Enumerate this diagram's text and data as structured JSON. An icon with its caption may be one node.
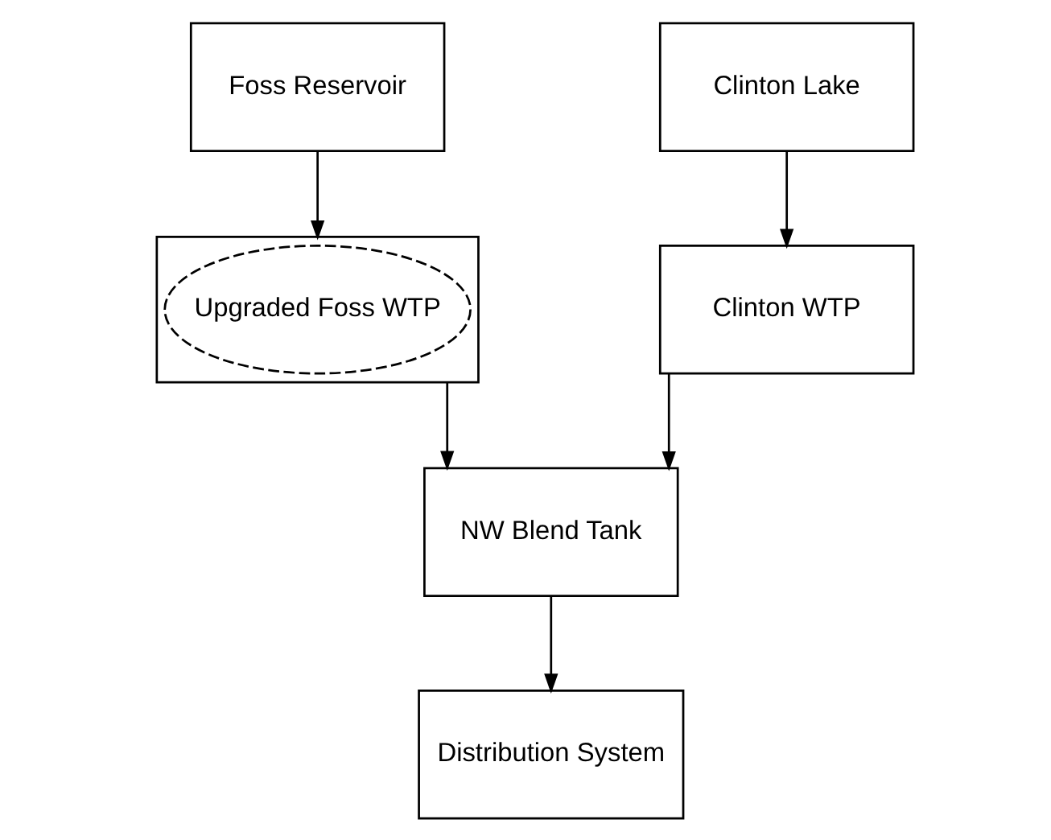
{
  "diagram": {
    "nodes": [
      {
        "text": [
          "Foss Reservoir"
        ]
      },
      {
        "text": [
          "Clinton Lake"
        ]
      },
      {
        "text": [],
        "shape": "box"
      },
      {
        "text": [
          "Upgraded Foss WTP"
        ],
        "in": 2
      },
      {
        "text": [
          "Clinton WTP"
        ]
      },
      {
        "text": [
          "NW Blend Tank"
        ]
      },
      {
        "text": [
          "Distribution System"
        ]
      }
    ],
    "edges": [
      {
        "from": 0,
        "to": 2,
        "arrow": "to"
      },
      {
        "from": 1,
        "to": 4,
        "arrow": "to"
      },
      {
        "from": 2,
        "to": 5,
        "arrow": "to"
      },
      {
        "from": 4,
        "to": 5,
        "arrow": "to"
      },
      {
        "from": 5,
        "to": 6,
        "arrow": "to"
      }
    ]
  }
}
